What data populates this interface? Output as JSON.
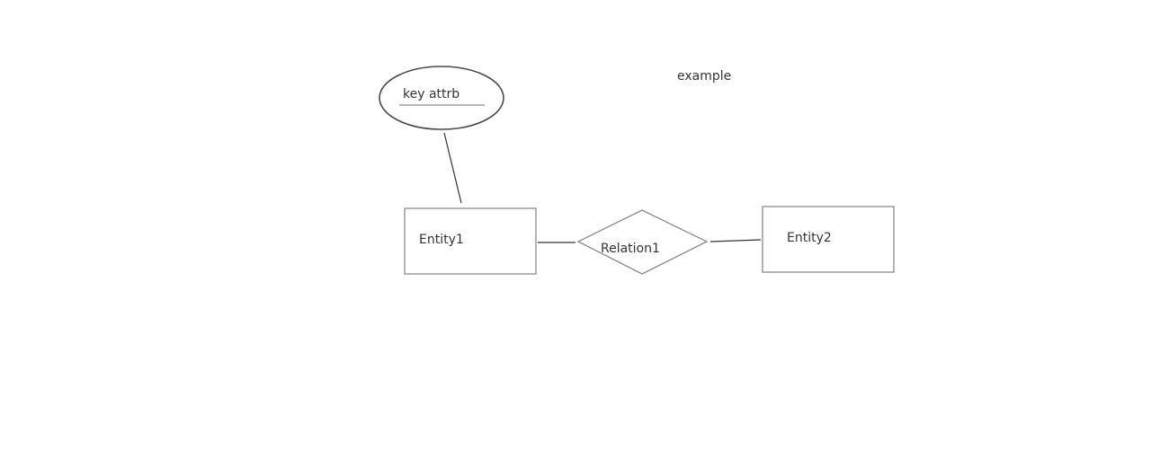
{
  "diagram": {
    "caption": "example",
    "attribute": {
      "label": "key attrb",
      "is_key": true
    },
    "entities": [
      {
        "label": "Entity1"
      },
      {
        "label": "Entity2"
      }
    ],
    "relationship": {
      "label": "Relation1"
    }
  },
  "colors": {
    "shape_stroke": "#8c8c8c",
    "ellipse_stroke": "#4a4a4a",
    "text": "#333333",
    "background": "#ffffff"
  }
}
